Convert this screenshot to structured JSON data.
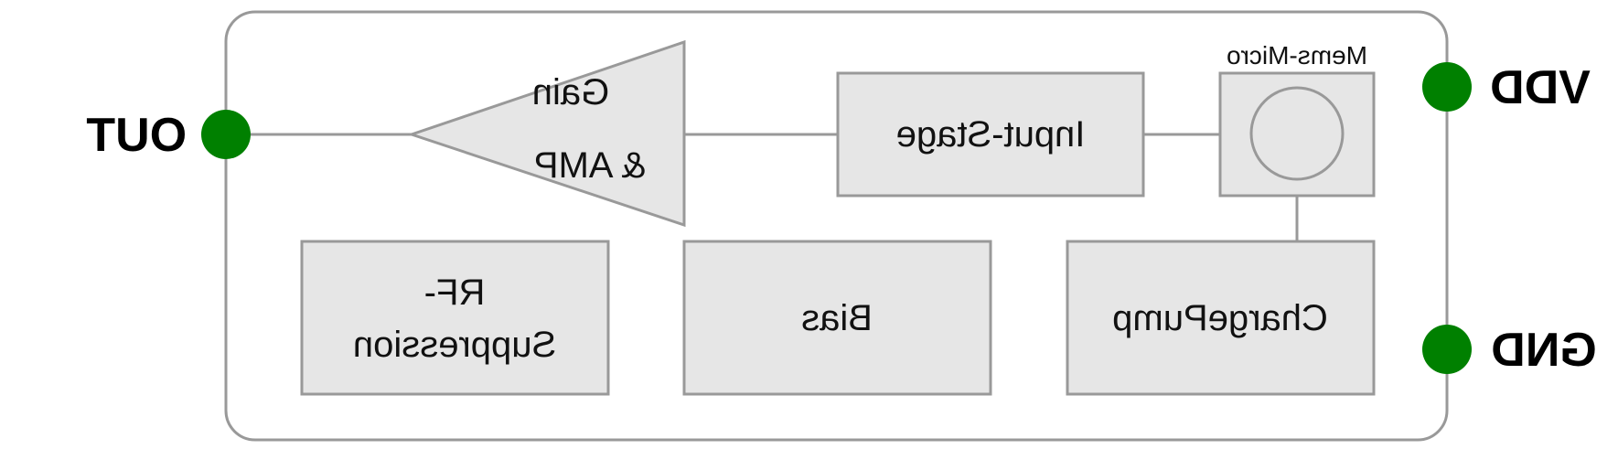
{
  "colors": {
    "block_fill": "#e6e6e6",
    "block_stroke": "#999999",
    "pin_dot": "#008000",
    "text": "#111111"
  },
  "pins": {
    "out": "OUT",
    "vdd": "VDD",
    "gnd": "GND"
  },
  "blocks": {
    "mems_micro": "Mems-Micro",
    "input_stage": "Input-Stage",
    "gain_amp_line1": "Gain",
    "gain_amp_line2": "& AMP",
    "charge_pump": "ChargePump",
    "bias": "Bias",
    "rf_suppression_line1": "RF-",
    "rf_suppression_line2": "Suppression"
  }
}
